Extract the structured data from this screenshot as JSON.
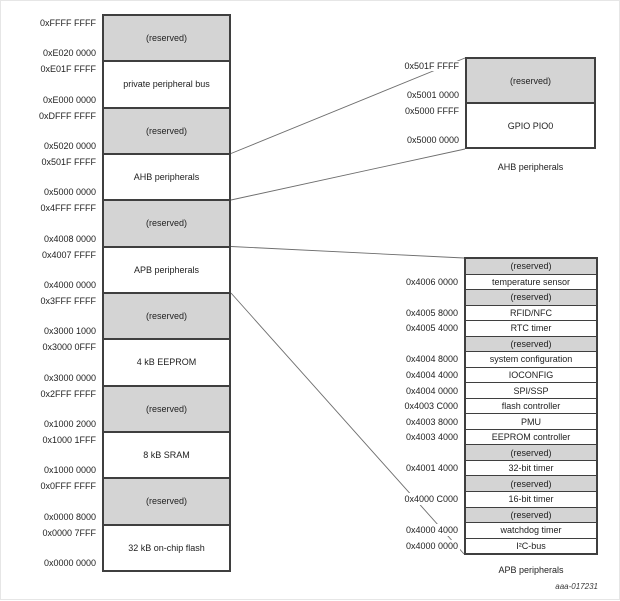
{
  "palette": {
    "reserved_fill": "#d4d4d4",
    "border_color": "#3f3f3f",
    "connector_line_color": "#6e6e6e",
    "background": "#ffffff"
  },
  "main_map": {
    "regions": [
      {
        "label": "(reserved)",
        "top_addr": "0xFFFF FFFF",
        "bottom_addr": "0xE020 0000",
        "reserved": true
      },
      {
        "label": "private peripheral bus",
        "top_addr": "0xE01F FFFF",
        "bottom_addr": "0xE000 0000",
        "reserved": false
      },
      {
        "label": "(reserved)",
        "top_addr": "0xDFFF FFFF",
        "bottom_addr": "0x5020 0000",
        "reserved": true
      },
      {
        "label": "AHB peripherals",
        "top_addr": "0x501F FFFF",
        "bottom_addr": "0x5000 0000",
        "reserved": false
      },
      {
        "label": "(reserved)",
        "top_addr": "0x4FFF FFFF",
        "bottom_addr": "0x4008 0000",
        "reserved": true
      },
      {
        "label": "APB peripherals",
        "top_addr": "0x4007 FFFF",
        "bottom_addr": "0x4000 0000",
        "reserved": false
      },
      {
        "label": "(reserved)",
        "top_addr": "0x3FFF FFFF",
        "bottom_addr": "0x3000 1000",
        "reserved": true
      },
      {
        "label": "4 kB EEPROM",
        "top_addr": "0x3000 0FFF",
        "bottom_addr": "0x3000 0000",
        "reserved": false
      },
      {
        "label": "(reserved)",
        "top_addr": "0x2FFF FFFF",
        "bottom_addr": "0x1000 2000",
        "reserved": true
      },
      {
        "label": "8 kB SRAM",
        "top_addr": "0x1000 1FFF",
        "bottom_addr": "0x1000 0000",
        "reserved": false
      },
      {
        "label": "(reserved)",
        "top_addr": "0x0FFF FFFF",
        "bottom_addr": "0x0000 8000",
        "reserved": true
      },
      {
        "label": "32 kB on-chip flash",
        "top_addr": "0x0000 7FFF",
        "bottom_addr": "0x0000 0000",
        "reserved": false
      }
    ]
  },
  "ahb_detail": {
    "caption": "AHB peripherals",
    "regions": [
      {
        "label": "(reserved)",
        "top_addr": "0x501F FFFF",
        "bottom_addr": "0x5001 0000",
        "reserved": true
      },
      {
        "label": "GPIO PIO0",
        "top_addr": "0x5000 FFFF",
        "bottom_addr": "0x5000 0000",
        "reserved": false
      }
    ]
  },
  "apb_detail": {
    "caption": "APB peripherals",
    "rows": [
      {
        "label": "(reserved)",
        "addr": "",
        "reserved": true
      },
      {
        "label": "temperature sensor",
        "addr": "0x4006 0000",
        "reserved": false
      },
      {
        "label": "(reserved)",
        "addr": "",
        "reserved": true
      },
      {
        "label": "RFID/NFC",
        "addr": "0x4005 8000",
        "reserved": false
      },
      {
        "label": "RTC timer",
        "addr": "0x4005 4000",
        "reserved": false
      },
      {
        "label": "(reserved)",
        "addr": "",
        "reserved": true
      },
      {
        "label": "system configuration",
        "addr": "0x4004 8000",
        "reserved": false
      },
      {
        "label": "IOCONFIG",
        "addr": "0x4004 4000",
        "reserved": false
      },
      {
        "label": "SPI/SSP",
        "addr": "0x4004 0000",
        "reserved": false
      },
      {
        "label": "flash controller",
        "addr": "0x4003 C000",
        "reserved": false
      },
      {
        "label": "PMU",
        "addr": "0x4003 8000",
        "reserved": false
      },
      {
        "label": "EEPROM controller",
        "addr": "0x4003 4000",
        "reserved": false
      },
      {
        "label": "(reserved)",
        "addr": "",
        "reserved": true
      },
      {
        "label": "32-bit timer",
        "addr": "0x4001 4000",
        "reserved": false
      },
      {
        "label": "(reserved)",
        "addr": "",
        "reserved": true
      },
      {
        "label": "16-bit timer",
        "addr": "0x4000 C000",
        "reserved": false
      },
      {
        "label": "(reserved)",
        "addr": "",
        "reserved": true
      },
      {
        "label": "watchdog timer",
        "addr": "0x4000 4000",
        "reserved": false
      },
      {
        "label": "I²C-bus",
        "addr": "0x4000 0000",
        "reserved": false
      }
    ]
  },
  "figure_id": "aaa-017231"
}
